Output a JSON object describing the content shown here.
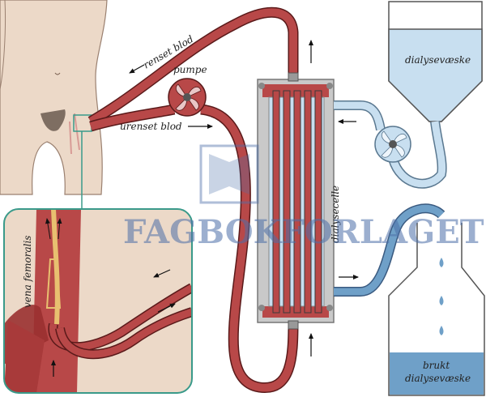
{
  "labels": {
    "renset_blod": "renset blod",
    "pumpe": "pumpe",
    "urenset_blod": "urenset blod",
    "dialysecelle": "dialysecelle",
    "dialysevaeske": "dialysevæske",
    "brukt_line1": "brukt",
    "brukt_line2": "dialysevæske",
    "vena_femoralis": "vena femoralis"
  },
  "watermark": {
    "text": "FAGBOKFORLAGET"
  },
  "colors": {
    "blood": "#b84848",
    "blood_dark": "#5a1a1a",
    "fresh_fluid": "#c8dff0",
    "used_fluid": "#6fa0c8",
    "skin": "#ecd9c8",
    "callout_border": "#3a9a8a",
    "housing": "#c9c9c9"
  }
}
